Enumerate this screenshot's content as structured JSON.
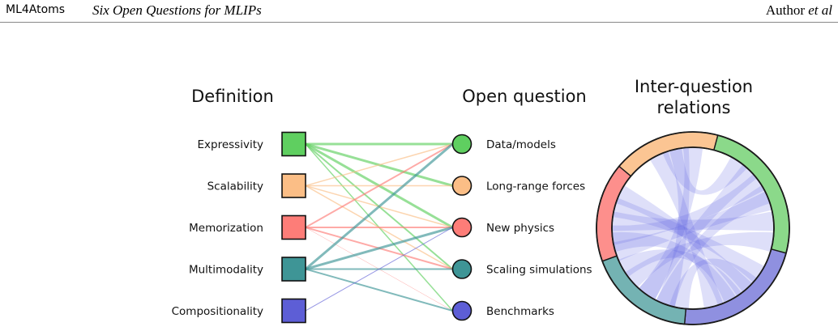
{
  "header": {
    "left": "ML4Atoms",
    "title": "Six Open Questions for MLIPs",
    "author": "Author",
    "author_suffix": "et al"
  },
  "figure": {
    "definition_heading": "Definition",
    "question_heading": "Open question",
    "relations_heading_line1": "Inter-question",
    "relations_heading_line2": "relations",
    "definitions": [
      {
        "label": "Expressivity",
        "color": "#5fcf60"
      },
      {
        "label": "Scalability",
        "color": "#fbbe86"
      },
      {
        "label": "Memorization",
        "color": "#fd7d78"
      },
      {
        "label": "Multimodality",
        "color": "#3e9596"
      },
      {
        "label": "Compositionality",
        "color": "#5d5ed6"
      }
    ],
    "questions": [
      {
        "label": "Data/models",
        "color": "#5fcf60"
      },
      {
        "label": "Long-range forces",
        "color": "#fbbe86"
      },
      {
        "label": "New physics",
        "color": "#fd7d78"
      },
      {
        "label": "Scaling simulations",
        "color": "#3e9596"
      },
      {
        "label": "Benchmarks",
        "color": "#5d5ed6"
      }
    ],
    "links": [
      {
        "from": 0,
        "to": 0,
        "weight": 3
      },
      {
        "from": 0,
        "to": 1,
        "weight": 3
      },
      {
        "from": 0,
        "to": 2,
        "weight": 3
      },
      {
        "from": 0,
        "to": 3,
        "weight": 2
      },
      {
        "from": 0,
        "to": 4,
        "weight": 1.5
      },
      {
        "from": 1,
        "to": 0,
        "weight": 1.5
      },
      {
        "from": 1,
        "to": 1,
        "weight": 1.5
      },
      {
        "from": 1,
        "to": 2,
        "weight": 1.5
      },
      {
        "from": 1,
        "to": 3,
        "weight": 1.5
      },
      {
        "from": 2,
        "to": 0,
        "weight": 2
      },
      {
        "from": 2,
        "to": 2,
        "weight": 2
      },
      {
        "from": 2,
        "to": 3,
        "weight": 2
      },
      {
        "from": 2,
        "to": 4,
        "weight": 0.5
      },
      {
        "from": 3,
        "to": 0,
        "weight": 3
      },
      {
        "from": 3,
        "to": 2,
        "weight": 3
      },
      {
        "from": 3,
        "to": 3,
        "weight": 2
      },
      {
        "from": 3,
        "to": 4,
        "weight": 2
      },
      {
        "from": 4,
        "to": 2,
        "weight": 1
      }
    ],
    "ring_segments": [
      {
        "color": "#fbc593",
        "start": -140,
        "end": -75
      },
      {
        "color": "#8bd98a",
        "start": -75,
        "end": 15
      },
      {
        "color": "#8f90e0",
        "start": 15,
        "end": 95
      },
      {
        "color": "#74b3b3",
        "start": 95,
        "end": 160
      },
      {
        "color": "#fd8f8c",
        "start": 160,
        "end": 220
      }
    ],
    "chords": [
      {
        "a": 163,
        "b": -20
      },
      {
        "a": 175,
        "b": -35
      },
      {
        "a": 185,
        "b": -5
      },
      {
        "a": 195,
        "b": 35
      },
      {
        "a": 205,
        "b": 50
      },
      {
        "a": 170,
        "b": 65
      },
      {
        "a": -115,
        "b": 75
      },
      {
        "a": -100,
        "b": 110
      },
      {
        "a": -90,
        "b": 125
      },
      {
        "a": 110,
        "b": -25
      },
      {
        "a": 125,
        "b": -45
      },
      {
        "a": 140,
        "b": 10
      },
      {
        "a": 100,
        "b": 45
      },
      {
        "a": 150,
        "b": 60
      },
      {
        "a": -105,
        "b": -55
      }
    ]
  }
}
